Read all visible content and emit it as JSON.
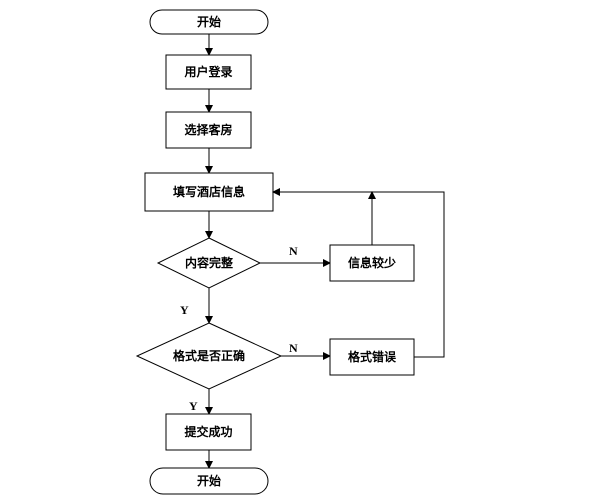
{
  "nodes": {
    "start": "开始",
    "login": "用户登录",
    "select_room": "选择客房",
    "fill_info": "填写酒店信息",
    "check_complete": "内容完整",
    "info_lacking": "信息较少",
    "check_format": "格式是否正确",
    "format_error": "格式错误",
    "submit_success": "提交成功",
    "end": "开始"
  },
  "edge_labels": {
    "complete_no": "N",
    "complete_yes": "Y",
    "format_no": "N",
    "format_yes": "Y"
  }
}
